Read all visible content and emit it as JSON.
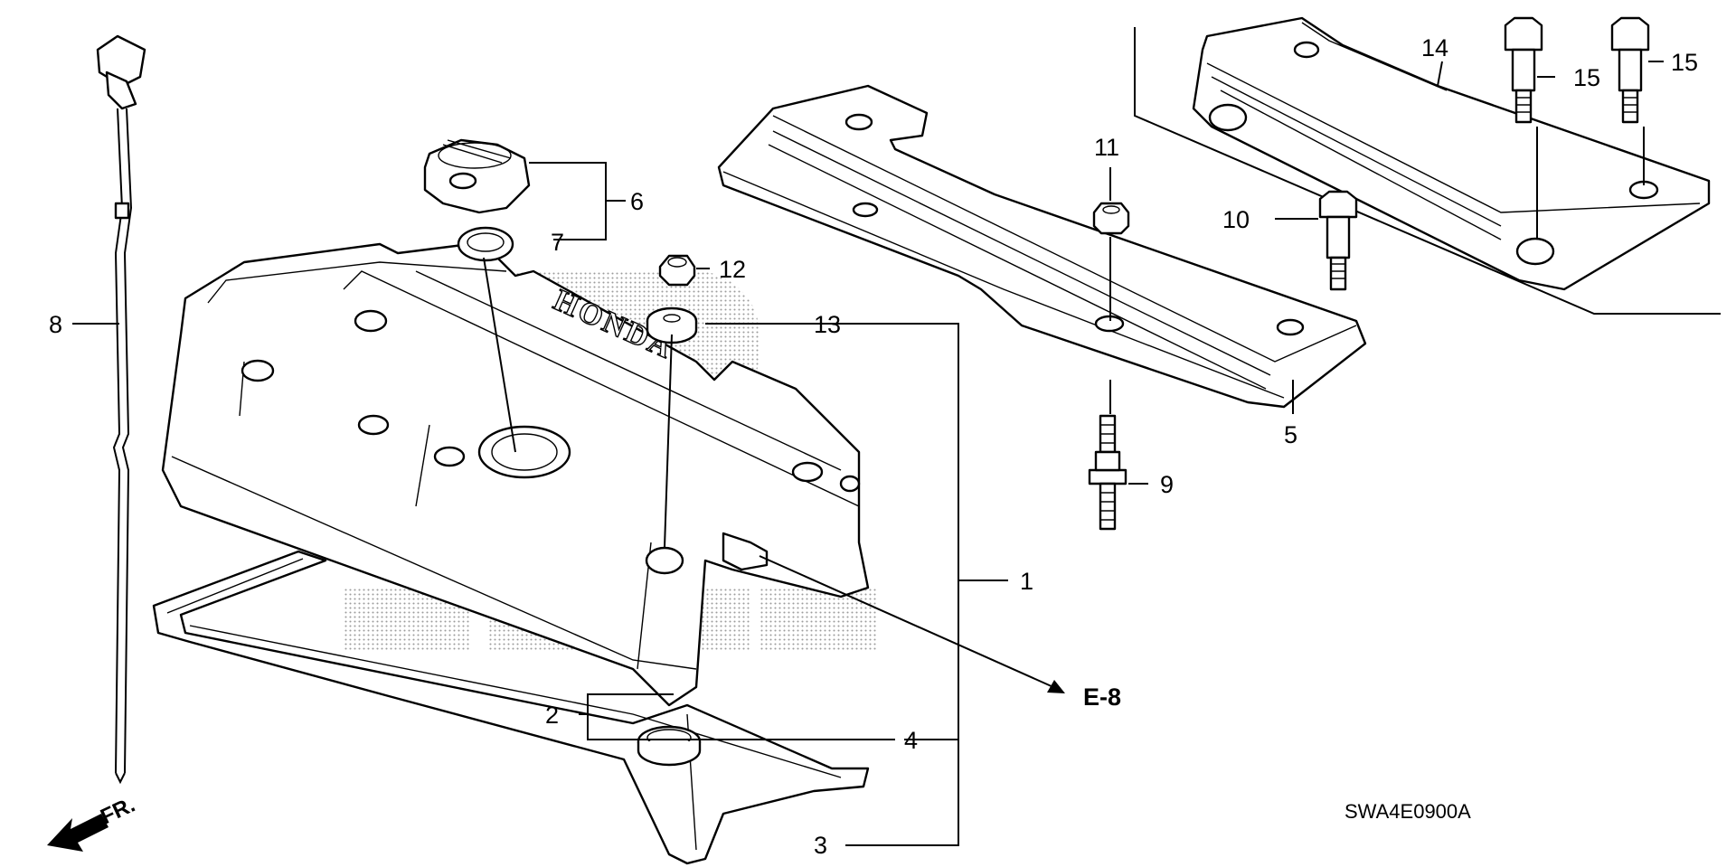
{
  "diagram": {
    "callouts": {
      "c1": "1",
      "c2": "2",
      "c3": "3",
      "c4": "4",
      "c5": "5",
      "c6": "6",
      "c7": "7",
      "c8": "8",
      "c9": "9",
      "c10": "10",
      "c11": "11",
      "c12": "12",
      "c13": "13",
      "c14": "14",
      "c15a": "15",
      "c15b": "15"
    },
    "reference_label": "E-8",
    "direction_label": "FR.",
    "diagram_code": "SWA4E0900A",
    "embossed_text": "HONDA",
    "line_color": "#000000",
    "background_color": "#ffffff"
  }
}
